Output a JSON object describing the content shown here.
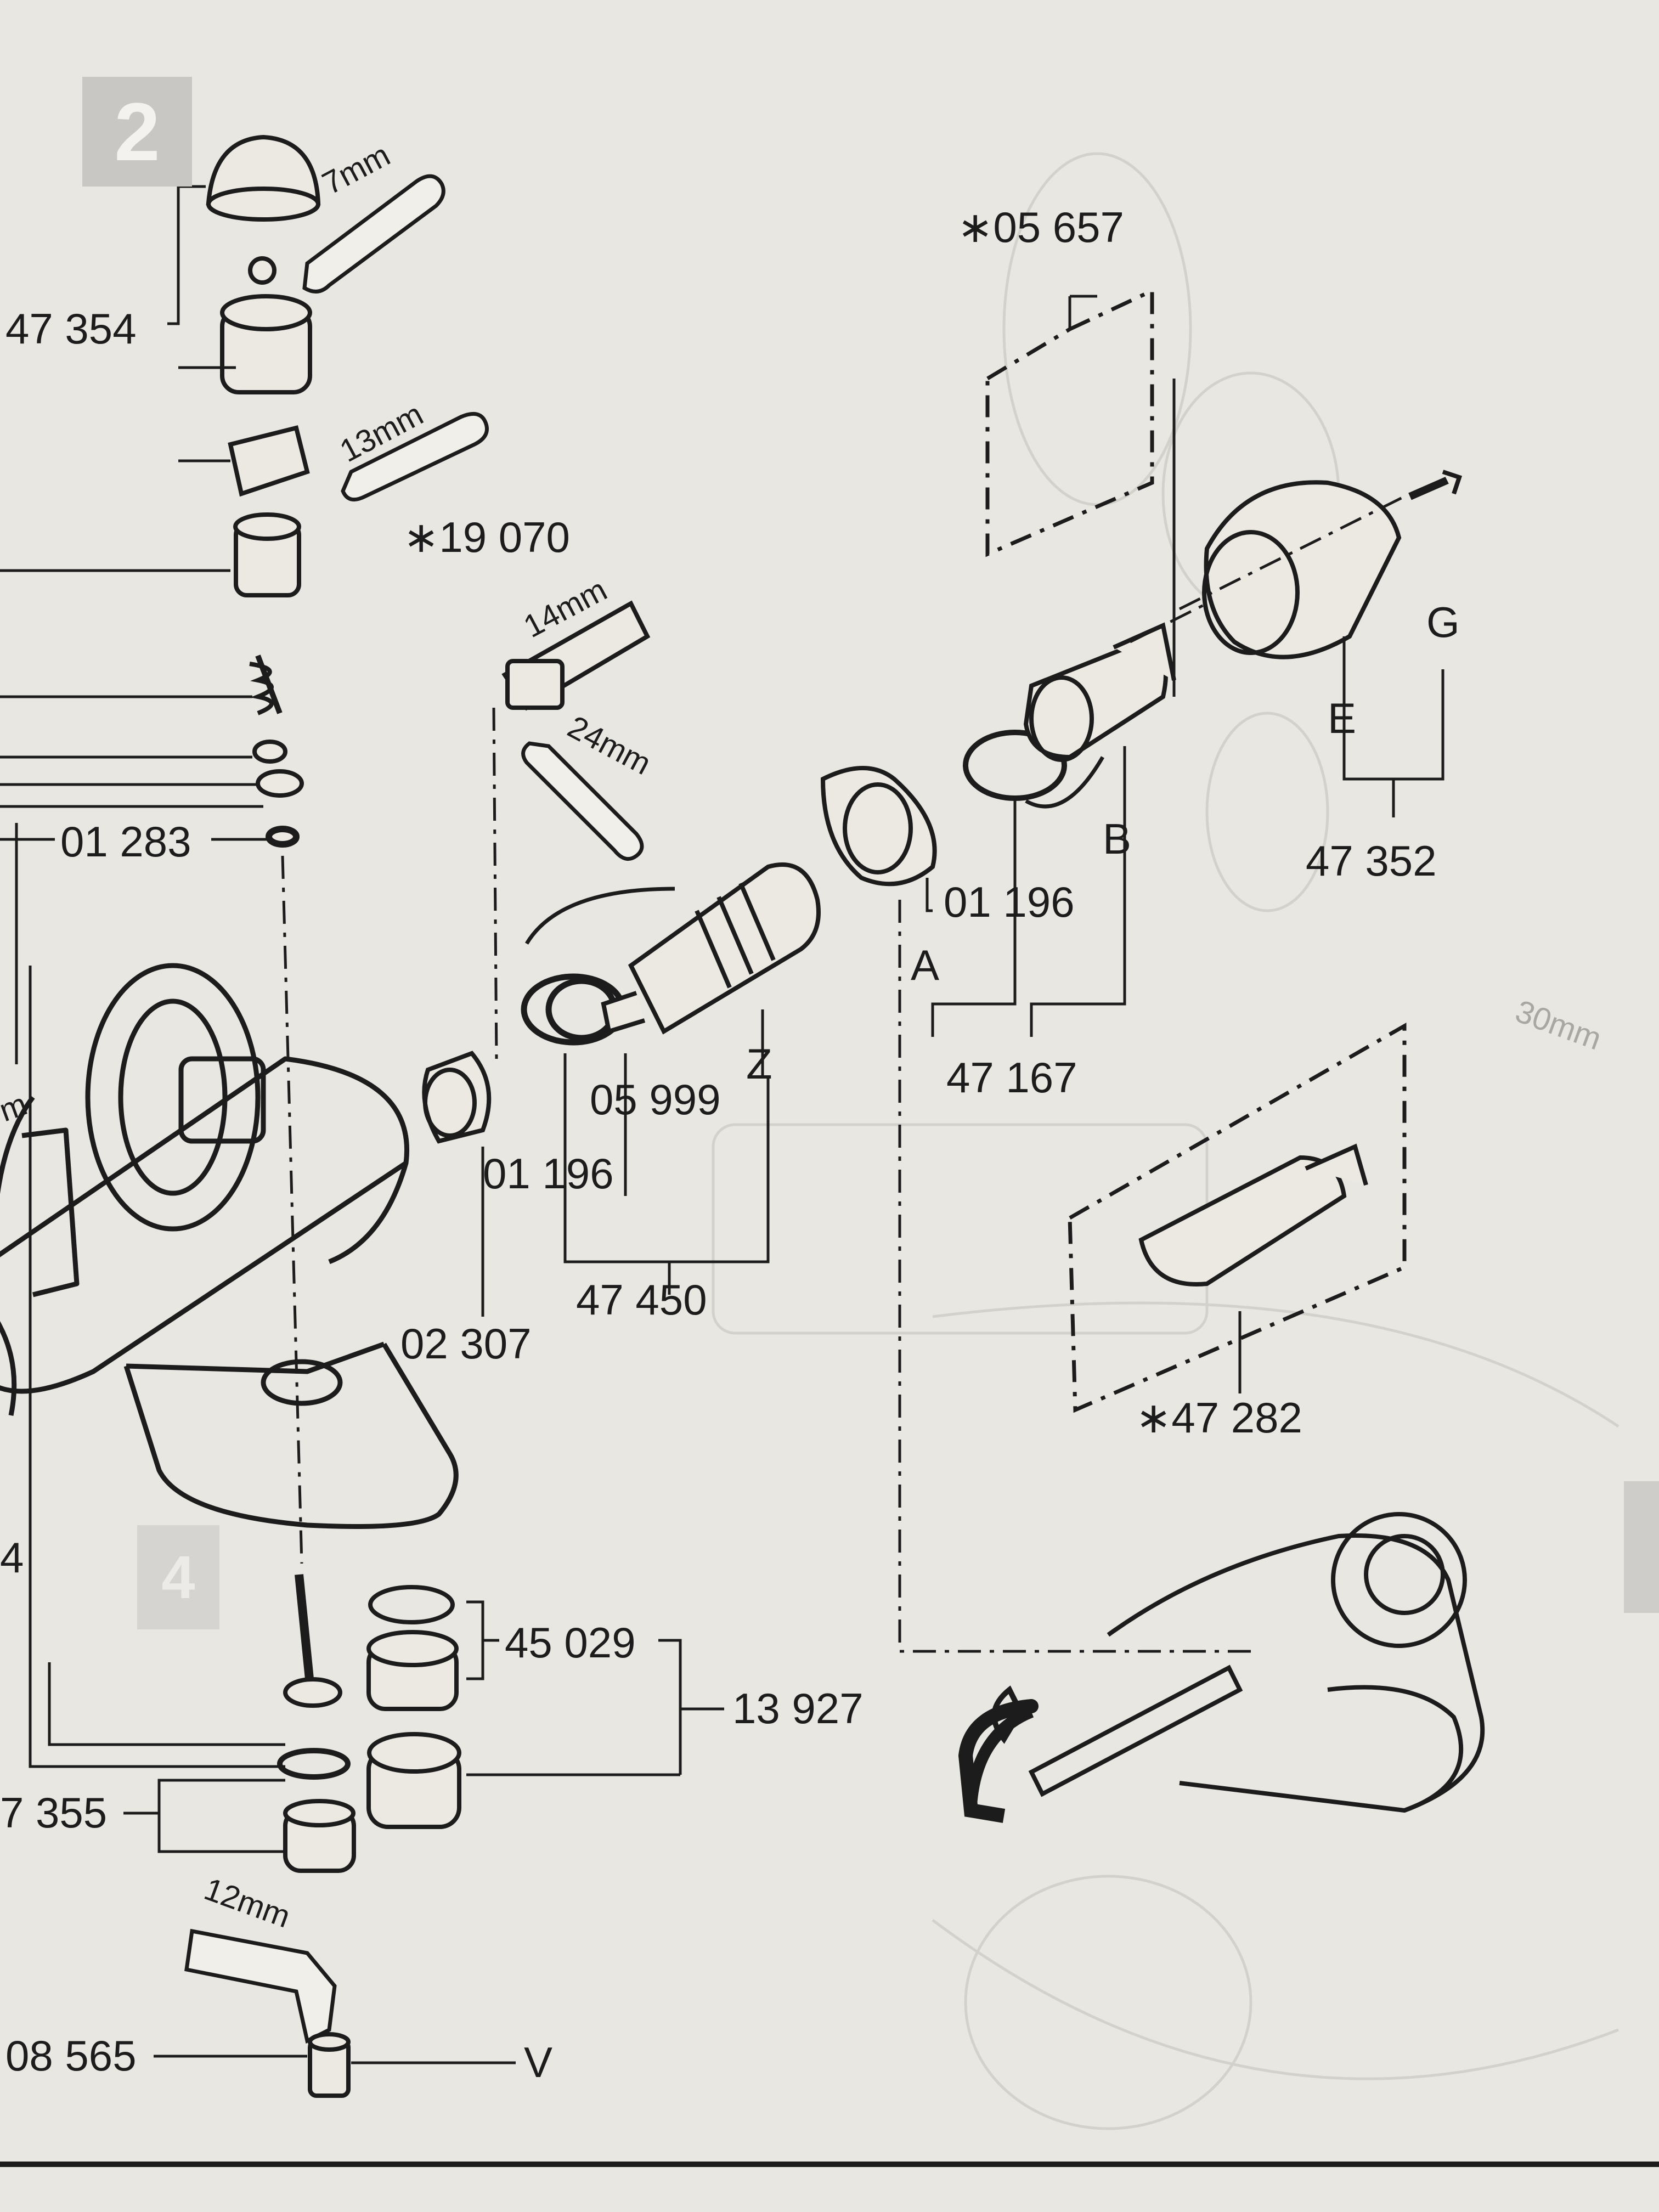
{
  "step_markers": {
    "main": "2",
    "secondary": "4"
  },
  "labels": {
    "p47354": "47 354",
    "p01283": "01 283",
    "p19070": "∗19 070",
    "p05657": "∗05 657",
    "w7": "7mm",
    "w13": "13mm",
    "w14": "14mm",
    "w24": "24mm",
    "w12": "12mm",
    "w30": "30mm",
    "wm": "m",
    "p01196a": "01 196",
    "letterA": "A",
    "p47167": "47 167",
    "letterB": "B",
    "letterE": "E",
    "letterG": "G",
    "p47352": "47 352",
    "p05999": "05 999",
    "letterZ": "Z",
    "p01196b": "01 196",
    "p47450": "47 450",
    "p02307": "02 307",
    "p47282": "∗47 282",
    "p45029": "45 029",
    "p13927": "13 927",
    "p47355": "7 355",
    "p08565": "08 565",
    "letterV": "V",
    "edge4": "4"
  },
  "colors": {
    "paper": "#e9e7e2",
    "ink": "#1c1c1c",
    "marker": "#c9c7c3"
  }
}
